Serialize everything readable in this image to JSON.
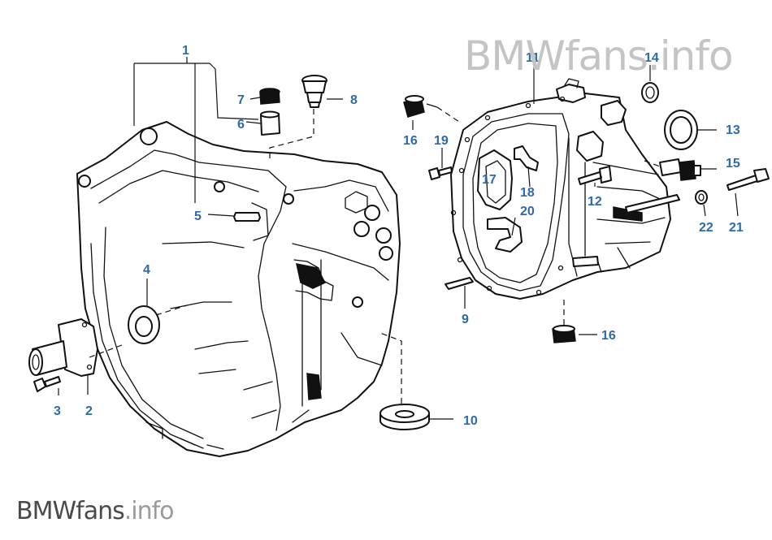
{
  "watermark_top": "BMWfans.info",
  "watermark_bottom": {
    "brand": "BMWfans",
    "suffix": ".info"
  },
  "callouts": [
    "1",
    "2",
    "3",
    "4",
    "5",
    "6",
    "7",
    "8",
    "9",
    "10",
    "11",
    "12",
    "13",
    "14",
    "15",
    "16",
    "16",
    "17",
    "18",
    "19",
    "20",
    "21",
    "22"
  ],
  "colors": {
    "callout": "#2e6aa8",
    "line": "#111111",
    "watermark_top": "#c4c4c4",
    "watermark_bottom_brand": "#4a4a4a",
    "watermark_bottom_suffix": "#9a9a9a"
  }
}
